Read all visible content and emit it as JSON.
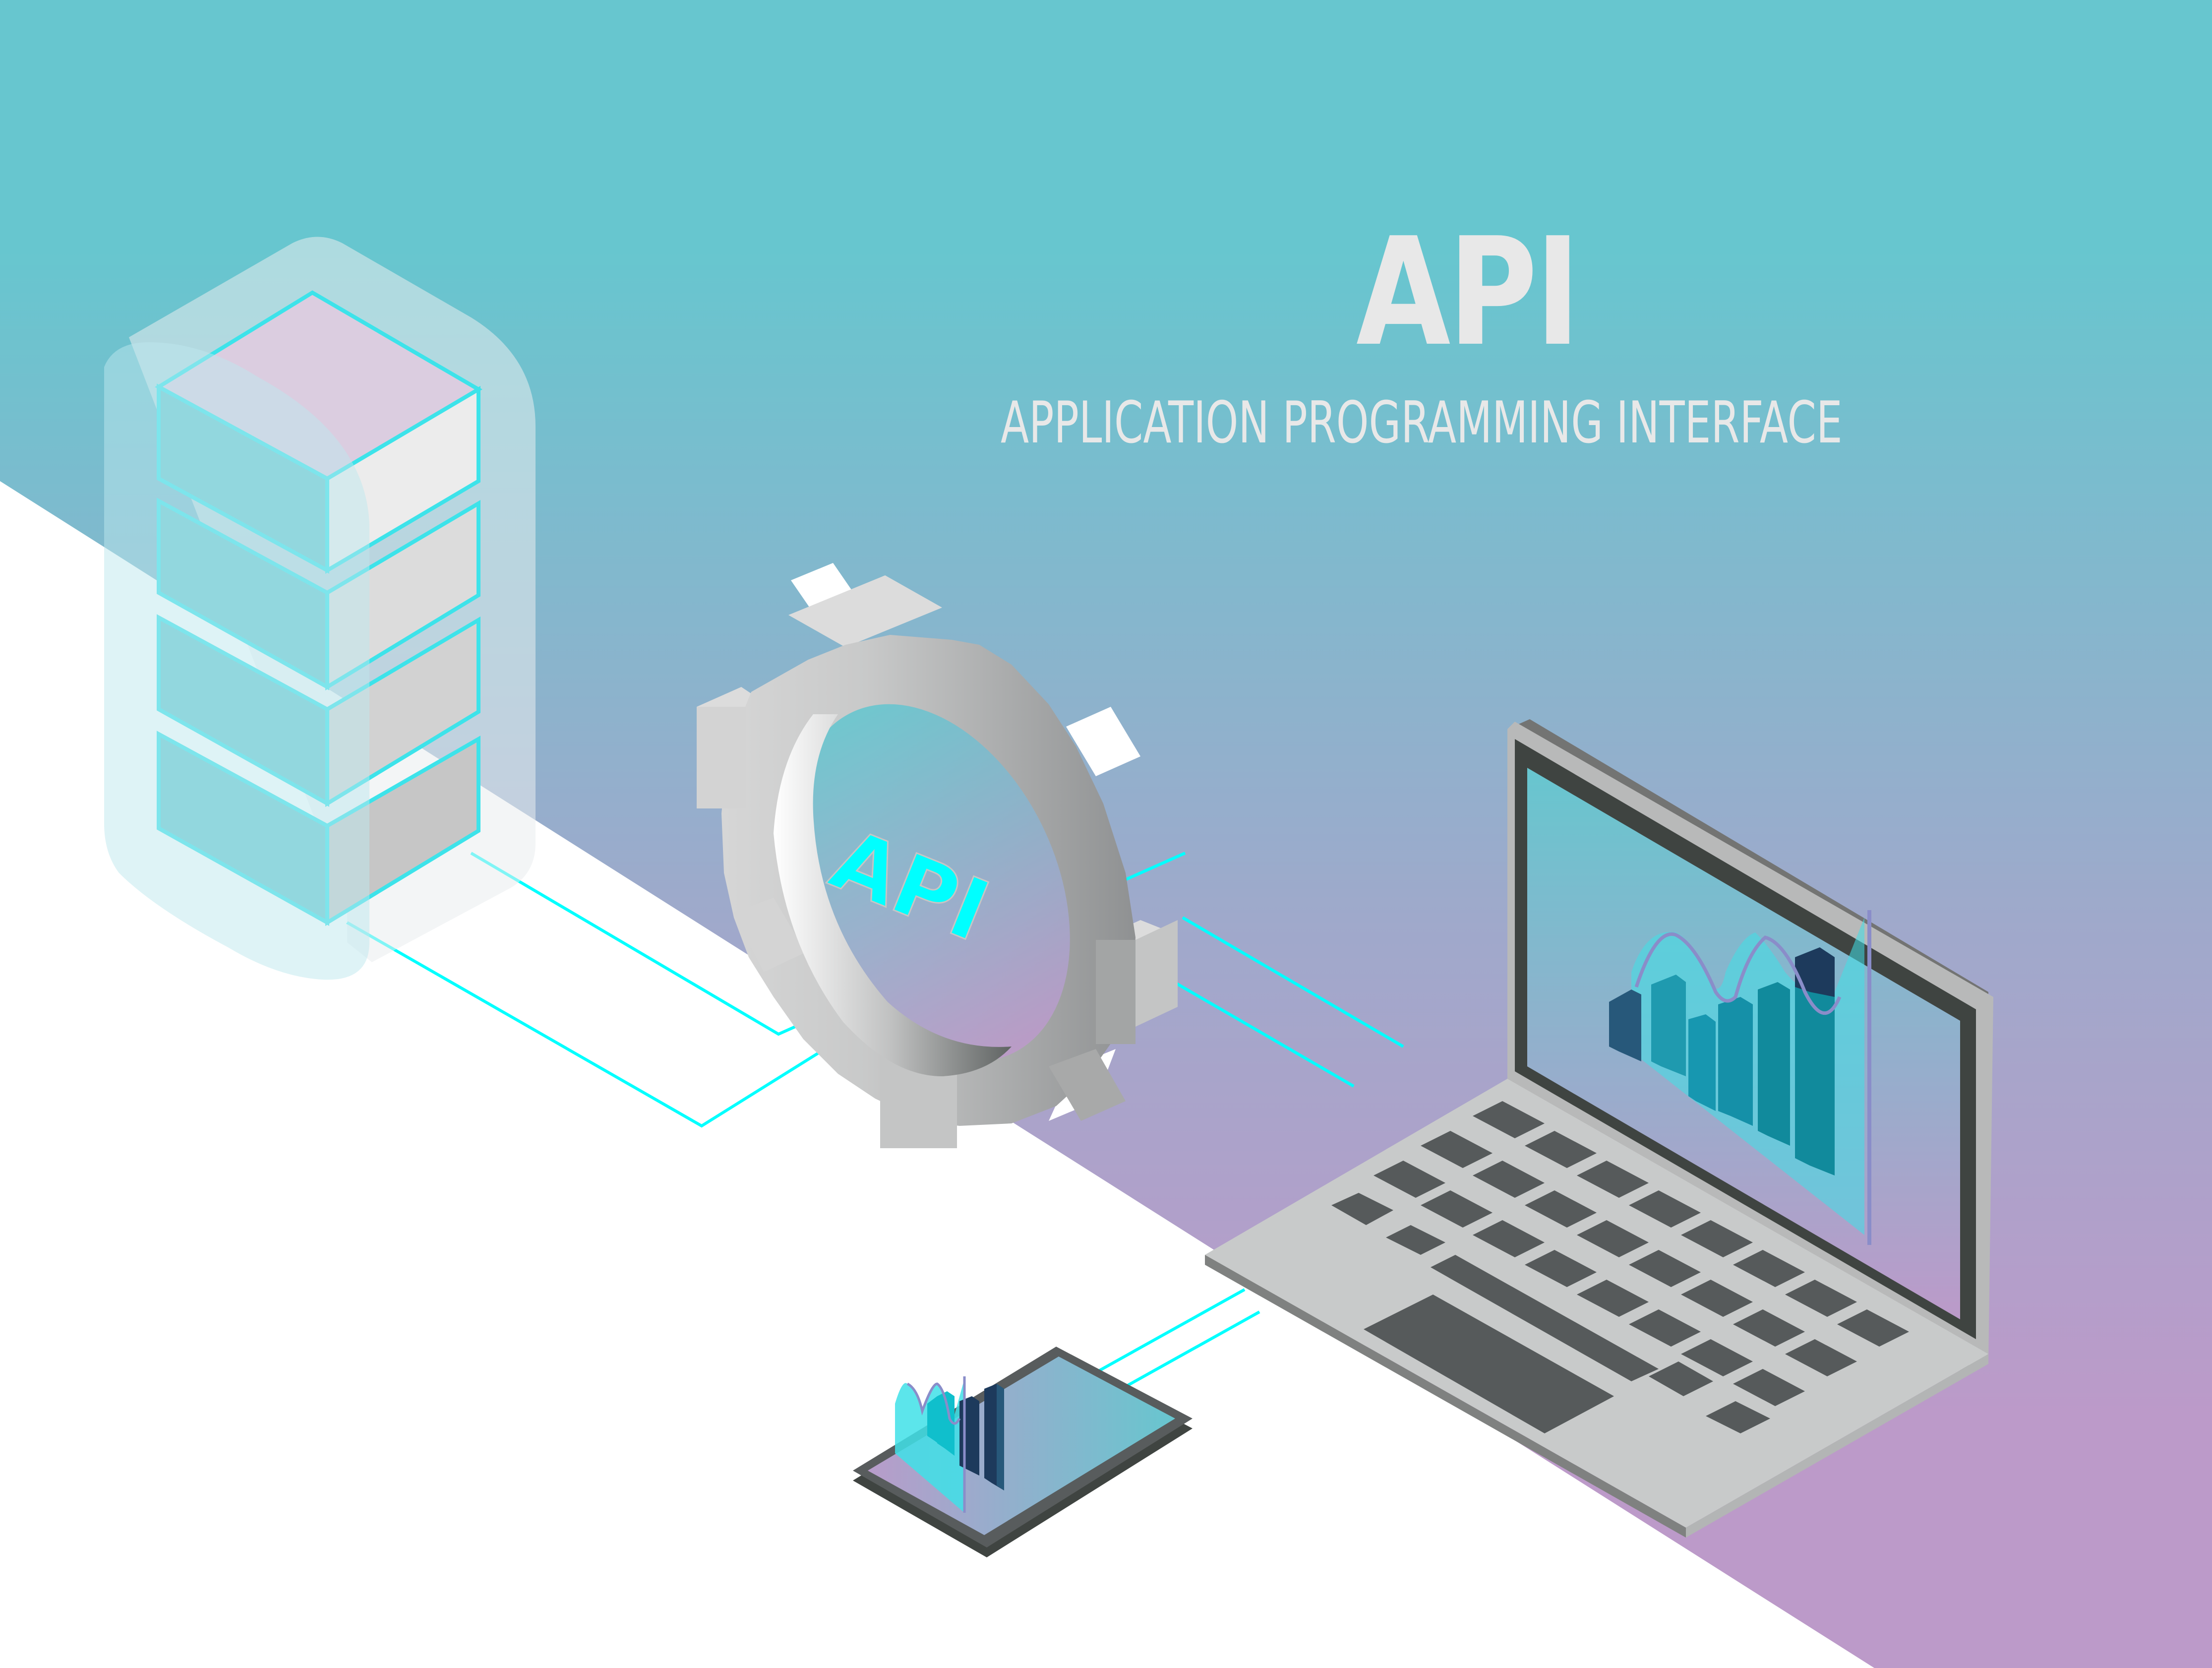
{
  "title": {
    "heading": "API",
    "subtitle": "APPLICATION PROGRAMMING INTERFACE"
  },
  "gear": {
    "label": "API"
  },
  "elements": {
    "server": "database-server-stack",
    "gear": "api-gear",
    "laptop": "laptop-with-chart",
    "phone": "smartphone-with-chart",
    "connectors": "cyan-connection-lines"
  },
  "colors": {
    "background_top": "#67c6cf",
    "background_bottom": "#bc9ac9",
    "floor": "#ffffff",
    "connector": "#00ffff",
    "title_text": "#e8e8e8",
    "gear_light": "#d4d4d4",
    "gear_dark": "#8c8f90",
    "laptop_body": "#c8caca",
    "laptop_bezel": "#3f4441",
    "keys": "#565a5b",
    "chart_bar": "#1a97aa",
    "chart_bar_dark": "#1d3a5c",
    "chart_wave": "#3fe0e8",
    "api_text": "#00ffff"
  }
}
